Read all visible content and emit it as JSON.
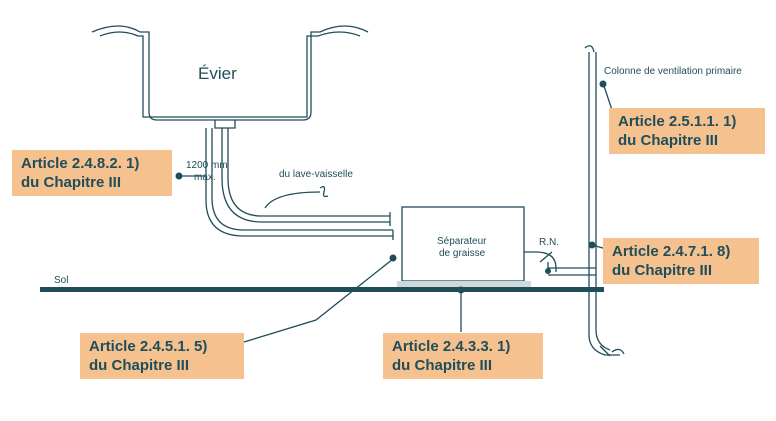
{
  "labels": {
    "sink": "Évier",
    "distance_value": "1200 mm",
    "distance_unit": "max.",
    "dishwasher": "du lave-vaisselle",
    "separator_line1": "Séparateur",
    "separator_line2": "de graisse",
    "vent_stack": "Colonne de ventilation primaire",
    "rn": "R.N.",
    "floor": "Sol"
  },
  "callouts": [
    {
      "id": "a2482",
      "line1": "Article 2.4.8.2. 1)",
      "line2": "du Chapitre III"
    },
    {
      "id": "a2511",
      "line1": "Article 2.5.1.1. 1)",
      "line2": "du Chapitre III"
    },
    {
      "id": "a2471",
      "line1": "Article 2.4.7.1. 8)",
      "line2": "du Chapitre III"
    },
    {
      "id": "a2451",
      "line1": "Article 2.4.5.1. 5)",
      "line2": "du Chapitre III"
    },
    {
      "id": "a2433",
      "line1": "Article 2.4.3.3. 1)",
      "line2": "du Chapitre III"
    }
  ],
  "colors": {
    "line": "#1f4e5a",
    "callout_bg": "#f5c18f",
    "floor": "#1f4e5a"
  }
}
